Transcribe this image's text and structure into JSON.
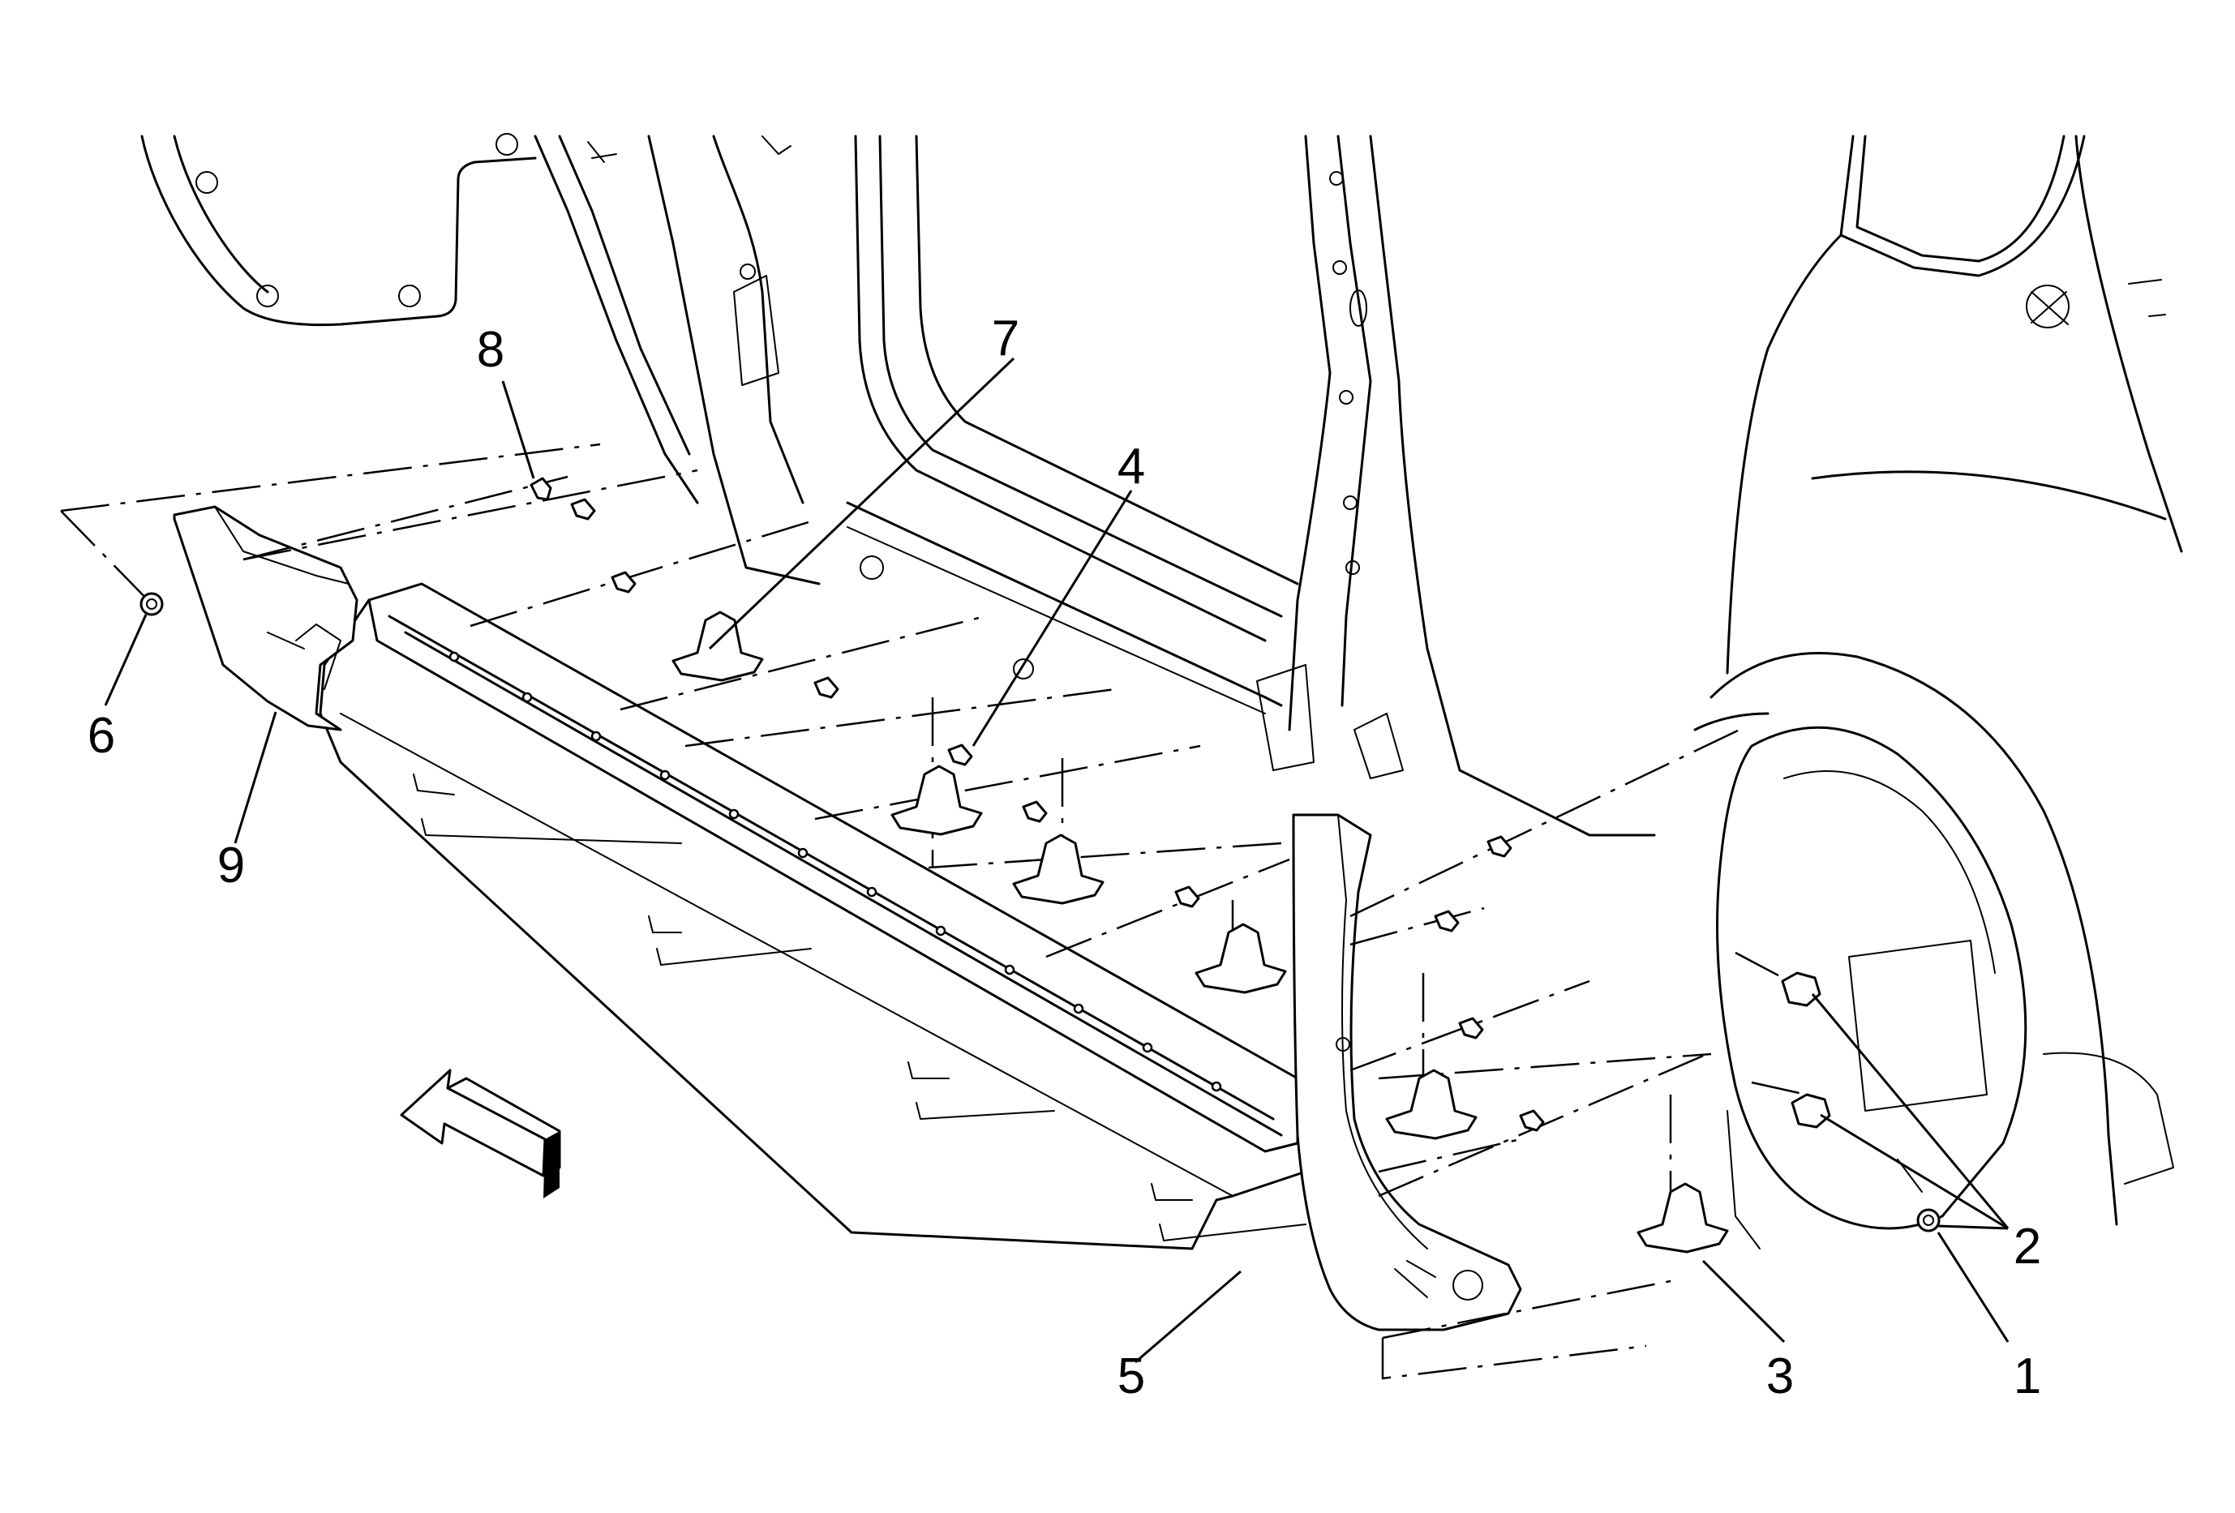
{
  "callouts": [
    {
      "id": "1",
      "label": "1"
    },
    {
      "id": "2",
      "label": "2"
    },
    {
      "id": "3",
      "label": "3"
    },
    {
      "id": "4",
      "label": "4"
    },
    {
      "id": "5",
      "label": "5"
    },
    {
      "id": "6",
      "label": "6"
    },
    {
      "id": "7",
      "label": "7"
    },
    {
      "id": "8",
      "label": "8"
    },
    {
      "id": "9",
      "label": "9"
    }
  ],
  "icons": {
    "direction_arrow": "front-direction-arrow-icon"
  }
}
